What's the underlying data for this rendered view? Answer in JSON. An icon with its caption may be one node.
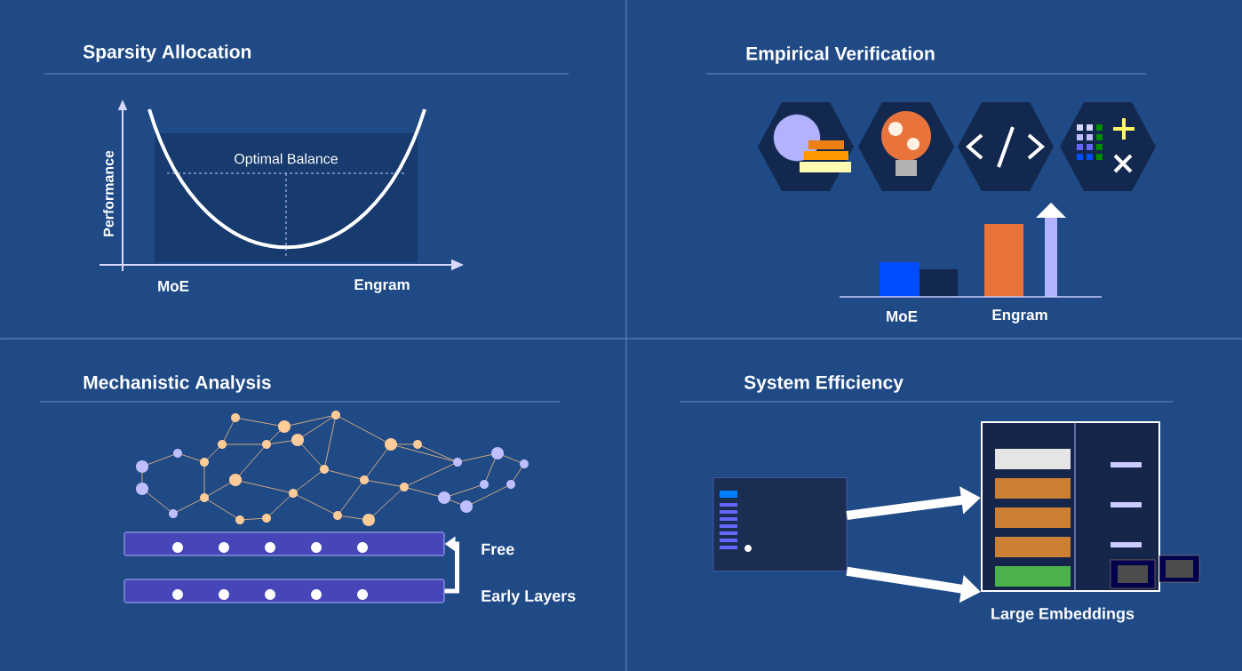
{
  "diagram": {
    "nodes": [
      {
        "text": [],
        "shape": "picture"
      },
      {
        "text": [],
        "shape": "picture",
        "beside": [
          "Large Embeddings"
        ]
      },
      {
        "text": [],
        "shape": "box",
        "beside": [
          "Free"
        ]
      },
      {
        "text": [],
        "shape": "box",
        "beside": [
          "Early Layers"
        ]
      }
    ],
    "edges": [
      {
        "from": 0,
        "to": 1,
        "arrow": "to"
      },
      {
        "from": 0,
        "to": 1,
        "arrow": "to"
      },
      {
        "from": 3,
        "to": 2,
        "arrow": "to"
      }
    ],
    "labels": [
      "Sparsity Allocation",
      "Empirical Verification",
      "Optimal Balance",
      "Performance",
      "MoE",
      "Engram",
      "MoE",
      "Engram",
      "Mechanistic Analysis",
      "System Efficiency"
    ]
  }
}
